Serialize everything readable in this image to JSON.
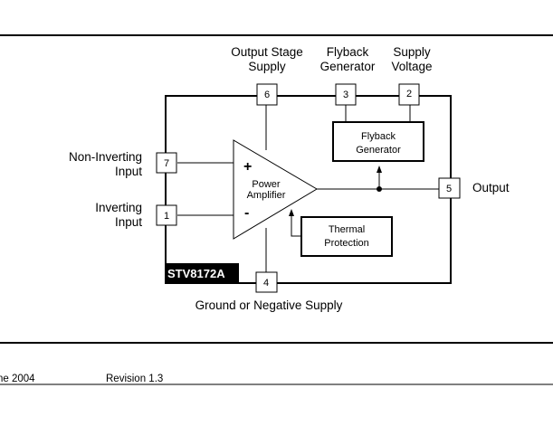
{
  "diagram": {
    "chip_name": "STV8172A",
    "pins": [
      {
        "number": "6",
        "label_lines": [
          "Output Stage",
          "Supply"
        ]
      },
      {
        "number": "3",
        "label_lines": [
          "Flyback",
          "Generator"
        ]
      },
      {
        "number": "2",
        "label_lines": [
          "Supply",
          "Voltage"
        ]
      },
      {
        "number": "7",
        "label_lines": [
          "Non-Inverting",
          "Input"
        ]
      },
      {
        "number": "1",
        "label_lines": [
          "Inverting",
          "Input"
        ]
      },
      {
        "number": "5",
        "label_lines": [
          "Output"
        ]
      },
      {
        "number": "4",
        "label_lines": [
          "Ground or Negative Supply"
        ]
      }
    ],
    "blocks": {
      "amplifier": {
        "lines": [
          "Power",
          "Amplifier"
        ],
        "plus": "+",
        "minus": "-"
      },
      "flyback": {
        "lines": [
          "Flyback",
          "Generator"
        ]
      },
      "thermal": {
        "lines": [
          "Thermal",
          "Protection"
        ]
      }
    }
  },
  "footer": {
    "date": "ne 2004",
    "revision": "Revision 1.3"
  }
}
